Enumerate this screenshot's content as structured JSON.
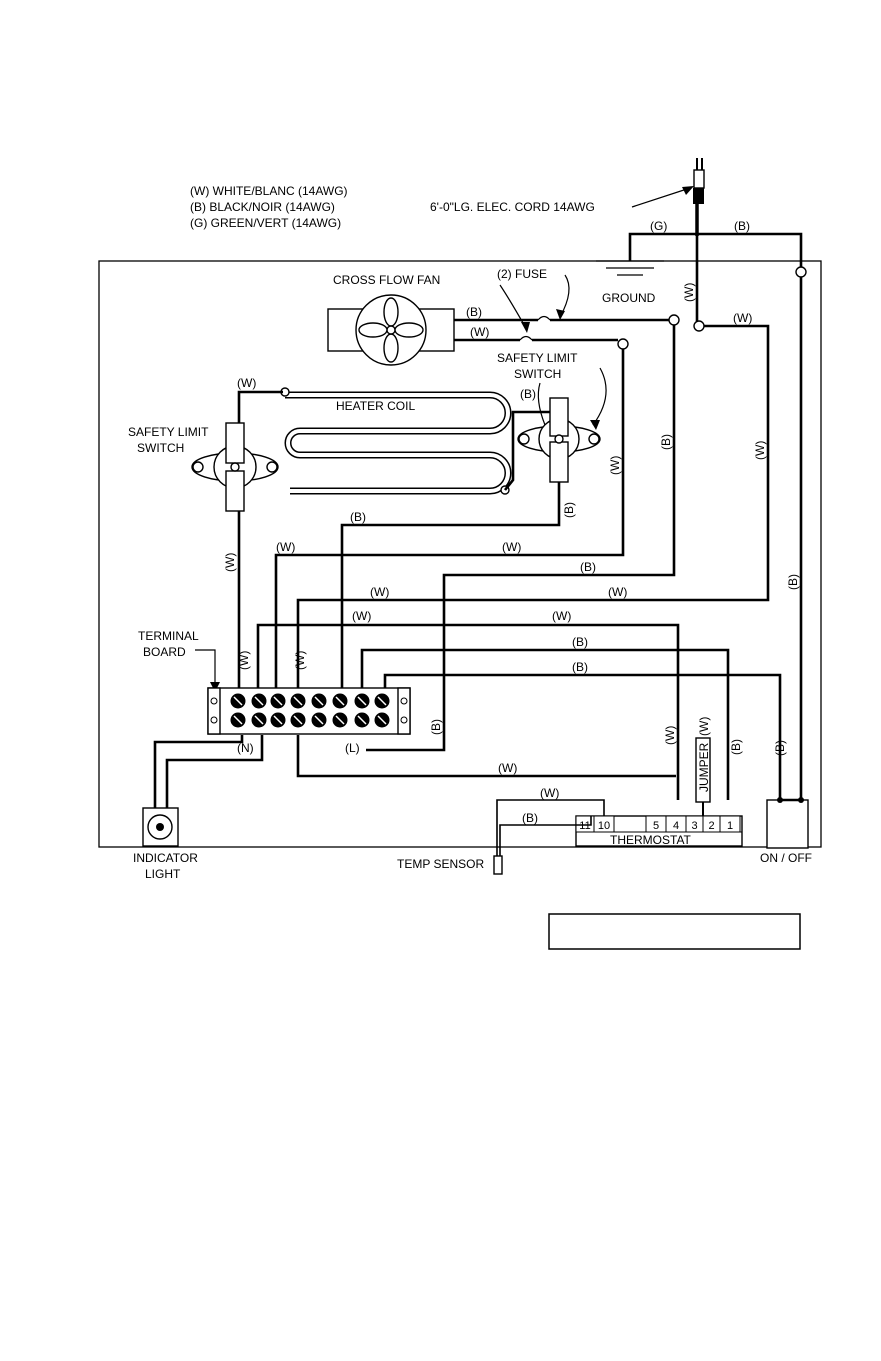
{
  "legend": {
    "white": "(W) WHITE/BLANC (14AWG)",
    "black": "(B) BLACK/NOIR (14AWG)",
    "green": "(G) GREEN/VERT (14AWG)"
  },
  "labels": {
    "cord": "6'-0\"LG. ELEC. CORD 14AWG",
    "fan": "CROSS FLOW FAN",
    "fuse": "(2) FUSE",
    "ground": "GROUND",
    "heater_coil": "HEATER COIL",
    "safety_limit_left_1": "SAFETY LIMIT",
    "safety_limit_left_2": "SWITCH",
    "safety_limit_right_1": "SAFETY LIMIT",
    "safety_limit_right_2": "SWITCH",
    "terminal_board_1": "TERMINAL",
    "terminal_board_2": "BOARD",
    "neutral": "(N)",
    "line": "(L)",
    "jumper": "JUMPER",
    "thermostat": "THERMOSTAT",
    "temp_sensor": "TEMP SENSOR",
    "indicator_1": "INDICATOR",
    "indicator_2": "LIGHT",
    "on_off": "ON / OFF"
  },
  "wire_codes": {
    "w": "(W)",
    "b": "(B)",
    "g": "(G)"
  },
  "thermostat_terminals": [
    "11",
    "10",
    "5",
    "4",
    "3",
    "2",
    "1"
  ],
  "caption_box": ""
}
